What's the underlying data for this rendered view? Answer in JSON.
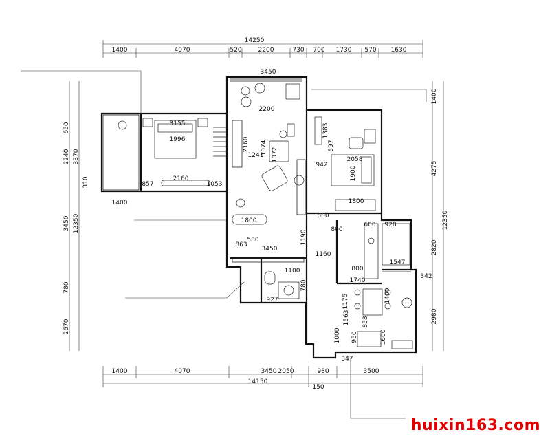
{
  "watermark": "huixin163.com",
  "dims": {
    "top_total": "14250",
    "top_segments": [
      "1400",
      "4070",
      "520",
      "2200",
      "730",
      "700",
      "1730",
      "570",
      "1630"
    ],
    "bottom_total": "14150",
    "bottom_segments": [
      "1400",
      "4070",
      "3450",
      "2050",
      "980",
      "3500"
    ],
    "bottom_extra": "150",
    "left_segments": [
      "650",
      "2240",
      "3370",
      "310",
      "3450",
      "12350",
      "780",
      "2670"
    ],
    "right_segments": [
      "1400",
      "4275",
      "12350",
      "2820",
      "2980"
    ],
    "balcony_width": "3450",
    "living_width": "2200",
    "bedroom_a": [
      "3155",
      "1996",
      "2160",
      "857",
      "1400",
      "1053"
    ],
    "bedroom_b": [
      "597",
      "942",
      "2058",
      "1900",
      "1800",
      "1383"
    ],
    "living": [
      "2160",
      "1241",
      "1074",
      "1072",
      "1800",
      "1190",
      "863",
      "580",
      "3450",
      "800",
      "1160"
    ],
    "kitchen": [
      "600",
      "928",
      "800",
      "1547",
      "800",
      "1740"
    ],
    "bath": [
      "927",
      "1100",
      "780"
    ],
    "dining": [
      "1175",
      "1400",
      "1563",
      "858",
      "1000",
      "950",
      "1600",
      "347",
      "342"
    ]
  }
}
